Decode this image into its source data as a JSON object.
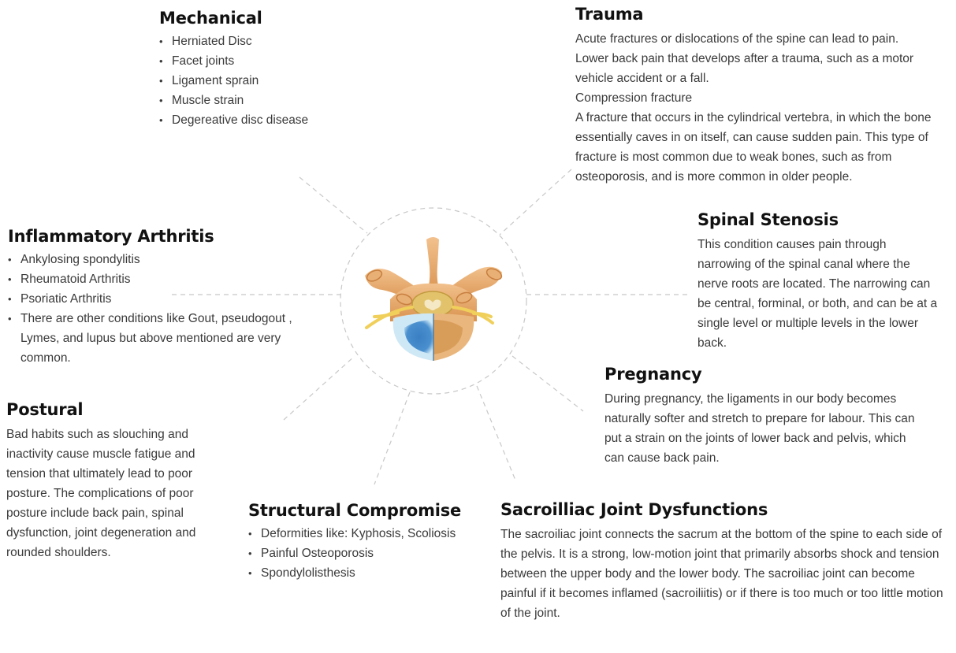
{
  "diagram": {
    "center": {
      "label": "lumbar-vertebra-illustration"
    },
    "colors": {
      "heading": "#111111",
      "body_text": "#3a3a3a",
      "connector": "#c8c8c8",
      "bone": "#e3a467",
      "disc_blue": "#3f86c6",
      "disc_light_blue": "#bfe0f2",
      "nerve": "#f0cf5a"
    },
    "sections": {
      "mechanical": {
        "title": "Mechanical",
        "items": [
          "Herniated Disc",
          "Facet joints",
          "Ligament sprain",
          "Muscle strain",
          "Degereative disc disease"
        ]
      },
      "trauma": {
        "title": "Trauma",
        "lines": [
          "Acute fractures or dislocations of the spine can lead to pain.",
          "Lower back pain that develops after a trauma, such as a motor vehicle accident or a fall.",
          "Compression fracture",
          "A fracture that occurs in the cylindrical vertebra, in which the bone essentially caves in on itself, can cause sudden pain. This type of fracture is most common due to weak bones, such as from osteoporosis, and is more common in older people."
        ]
      },
      "inflammatory": {
        "title": "Inflammatory Arthritis",
        "items": [
          "Ankylosing spondylitis",
          "Rheumatoid Arthritis",
          "Psoriatic Arthritis",
          "There are other conditions like  Gout, pseudogout , Lymes, and lupus but above mentioned are very common."
        ]
      },
      "stenosis": {
        "title": "Spinal Stenosis",
        "text": "This condition causes pain through narrowing of the spinal canal where the nerve roots are located. The narrowing can be central, forminal, or both, and can be at a single level or multiple levels in the lower back."
      },
      "pregnancy": {
        "title": "Pregnancy",
        "text": "During pregnancy, the ligaments in our body becomes naturally softer and stretch to prepare  for labour. This can put a strain on the joints of  lower back and pelvis, which can cause back pain."
      },
      "postural": {
        "title": "Postural",
        "text": "Bad habits such as slouching and inactivity cause muscle fatigue and tension that ultimately lead to poor posture. The complications of poor posture include back pain, spinal dysfunction, joint degeneration and rounded shoulders."
      },
      "structural": {
        "title": "Structural Compromise",
        "items": [
          "Deformities like: Kyphosis, Scoliosis",
          "Painful Osteoporosis",
          "Spondylolisthesis"
        ]
      },
      "sacroiliac": {
        "title": "Sacroilliac Joint Dysfunctions",
        "text": "The sacroiliac joint connects the sacrum at the bottom of the spine to each side of the pelvis. It is a strong, low-motion joint that primarily absorbs shock and tension between the upper body and the lower body. The sacroiliac joint can become painful if it becomes inflamed (sacroiliitis) or if there is too much or too little motion of the joint."
      }
    }
  }
}
